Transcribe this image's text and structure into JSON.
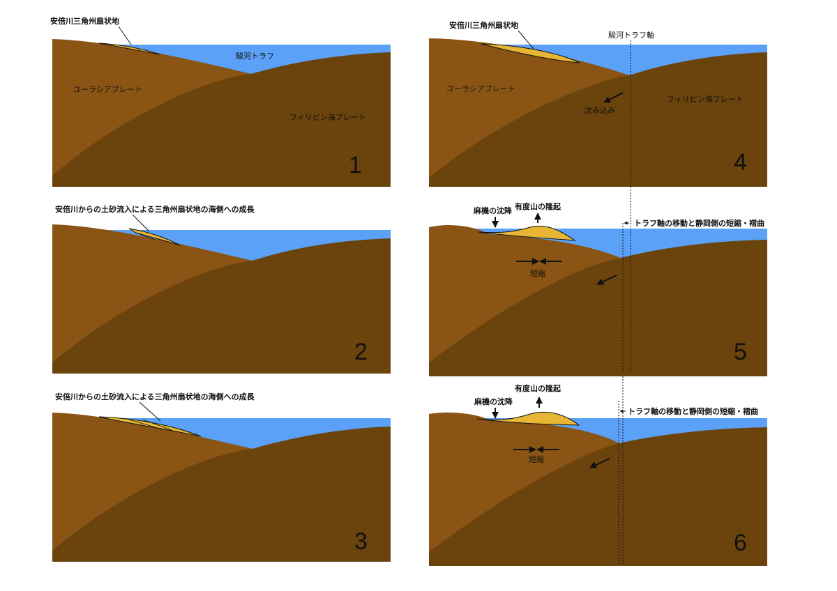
{
  "colors": {
    "sea": "#5aa1f7",
    "eurasian_plate": "#8a5514",
    "philippine_plate": "#6b430c",
    "fan_sediment": "#e7b634",
    "ink": "#111111"
  },
  "panels": [
    {
      "number": "1",
      "fan_label": "安倍川三角州扇状地",
      "trough_label": "駿河トラフ",
      "eurasian_label": "ユーラシアプレート",
      "philippine_label": "フィリピン海プレート"
    },
    {
      "number": "2",
      "fan_label": "安倍川からの土砂流入による三角州扇状地の海側への成長"
    },
    {
      "number": "3",
      "fan_label": "安倍川からの土砂流入による三角州扇状地の海側への成長"
    },
    {
      "number": "4",
      "fan_label": "安倍川三角州扇状地",
      "trough_axis_label": "駿河トラフ軸",
      "eurasian_label": "ユーラシアプレート",
      "philippine_label": "フィリピン海プレート",
      "subduction_label": "沈み込み"
    },
    {
      "number": "5",
      "subsidence_label": "麻機の沈降",
      "uplift_label": "有度山の隆起",
      "shortening_label": "短縮",
      "axis_shift_label": "トラフ軸の移動と静岡側の短縮・褶曲"
    },
    {
      "number": "6",
      "subsidence_label": "麻機の沈降",
      "uplift_label": "有度山の隆起",
      "shortening_label": "短縮",
      "axis_shift_label": "トラフ軸の移動と静岡側の短縮・褶曲"
    }
  ]
}
